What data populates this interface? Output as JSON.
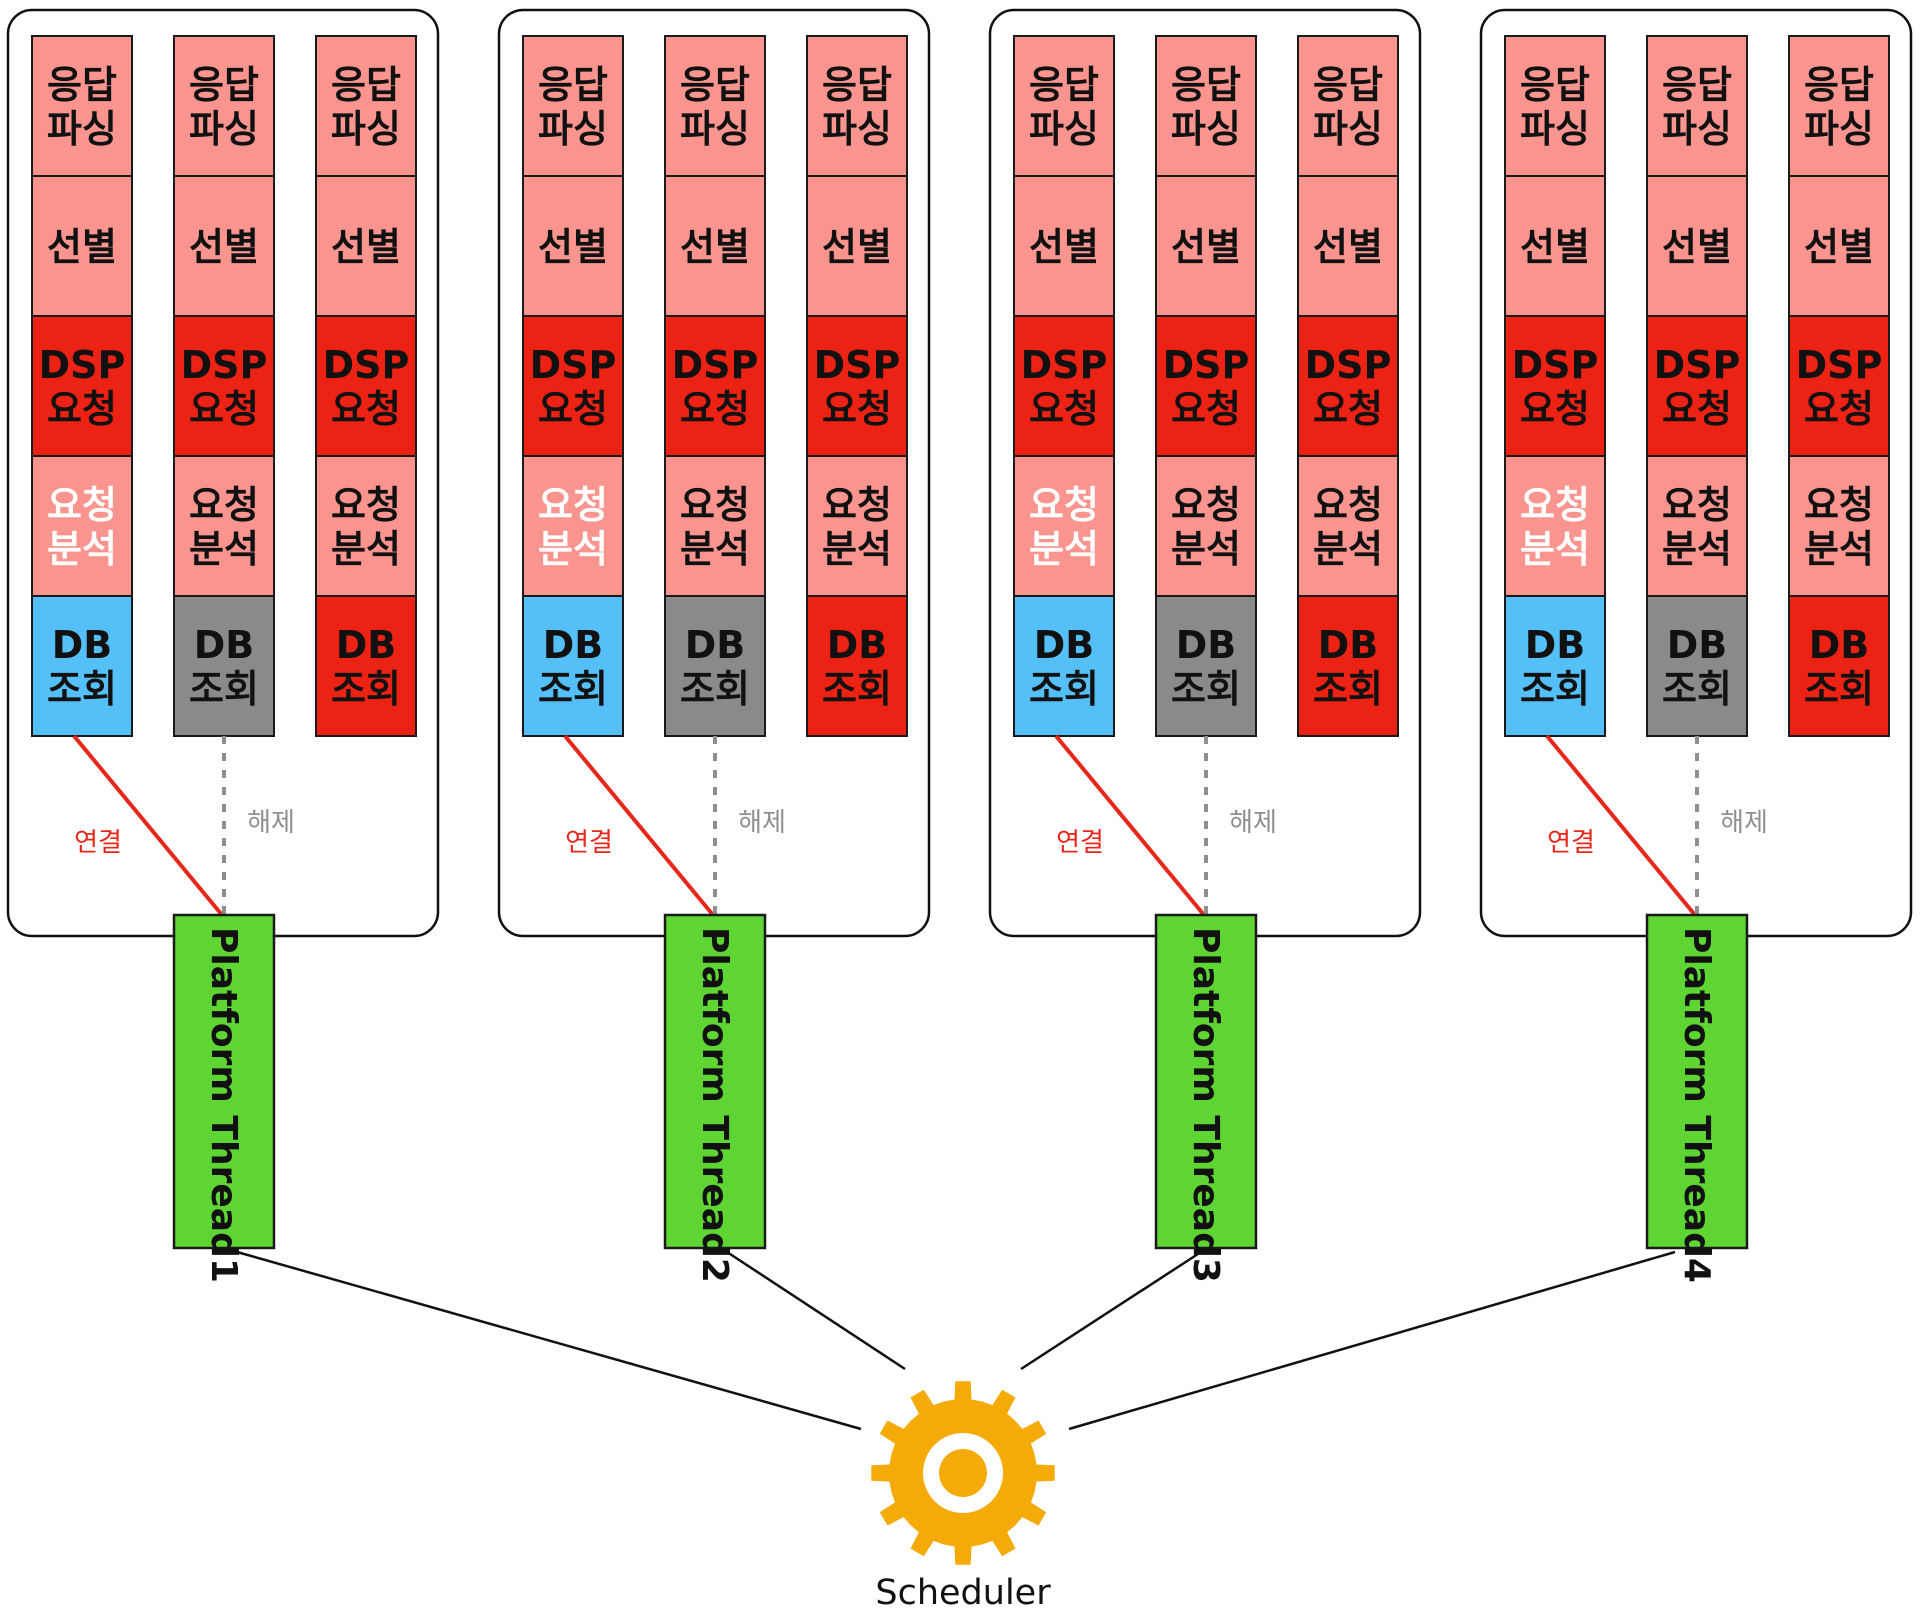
{
  "colors": {
    "light_red": "#f9958e",
    "dsp_red": "#ec2214",
    "db_blue": "#55bff8",
    "db_gray": "#8a8a8a",
    "db_red": "#ec2214",
    "thread_green": "#5ed532",
    "gear_orange": "#f5ab07",
    "connect_line": "#e8271b",
    "release_line": "#8f8f8f",
    "label_white": "#ffffff"
  },
  "thread_groups": [
    {
      "thread_label": "Platform Thread1",
      "connect_label": "연결",
      "release_label": "해제"
    },
    {
      "thread_label": "Platform Thread2",
      "connect_label": "연결",
      "release_label": "해제"
    },
    {
      "thread_label": "Platform Thread3",
      "connect_label": "연결",
      "release_label": "해제"
    },
    {
      "thread_label": "Platform Thread4",
      "connect_label": "연결",
      "release_label": "해제"
    }
  ],
  "columns": [
    {
      "db_state": "connected",
      "cells": [
        {
          "lines": [
            "응답",
            "파싱"
          ],
          "style": "light"
        },
        {
          "lines": [
            "선별"
          ],
          "style": "light"
        },
        {
          "lines": [
            "DSP",
            "요청"
          ],
          "style": "dsp"
        },
        {
          "lines": [
            "요청",
            "분석"
          ],
          "style": "light",
          "text_color": "white"
        },
        {
          "lines": [
            "DB",
            "조회"
          ],
          "style": "db_blue"
        }
      ]
    },
    {
      "db_state": "released",
      "cells": [
        {
          "lines": [
            "응답",
            "파싱"
          ],
          "style": "light"
        },
        {
          "lines": [
            "선별"
          ],
          "style": "light"
        },
        {
          "lines": [
            "DSP",
            "요청"
          ],
          "style": "dsp"
        },
        {
          "lines": [
            "요청",
            "분석"
          ],
          "style": "light"
        },
        {
          "lines": [
            "DB",
            "조회"
          ],
          "style": "db_gray"
        }
      ]
    },
    {
      "db_state": "waiting",
      "cells": [
        {
          "lines": [
            "응답",
            "파싱"
          ],
          "style": "light"
        },
        {
          "lines": [
            "선별"
          ],
          "style": "light"
        },
        {
          "lines": [
            "DSP",
            "요청"
          ],
          "style": "dsp"
        },
        {
          "lines": [
            "요청",
            "분석"
          ],
          "style": "light"
        },
        {
          "lines": [
            "DB",
            "조회"
          ],
          "style": "db_red"
        }
      ]
    }
  ],
  "scheduler": {
    "label": "Scheduler",
    "icon": "gear-icon"
  }
}
